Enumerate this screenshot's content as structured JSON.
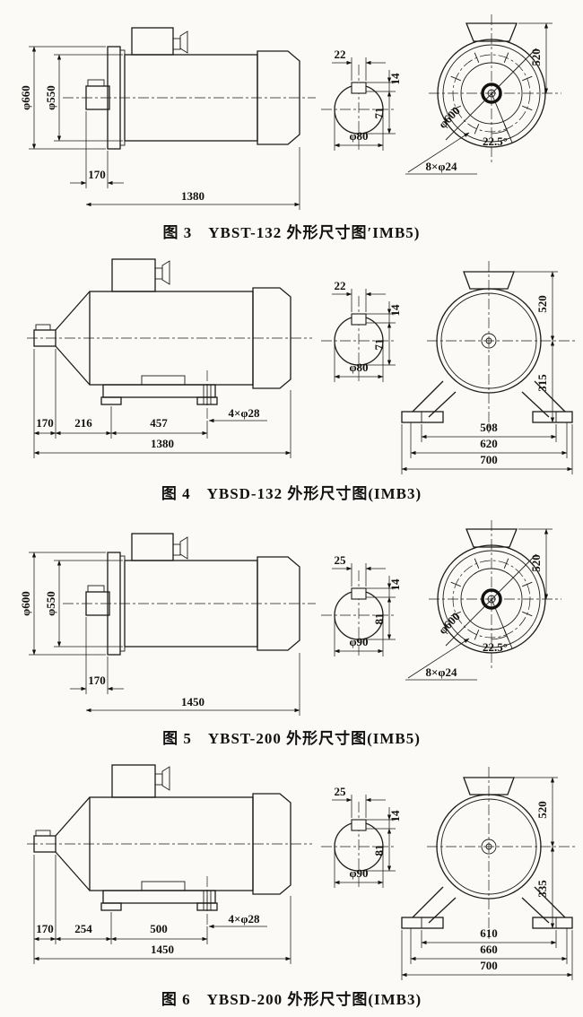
{
  "page": {
    "paper_color": "#fbfaf7",
    "ink_color": "#1b1b1b"
  },
  "figures": {
    "fig3": {
      "caption": "图 3　YBST-132 外形尺寸图′IMB5)",
      "side": {
        "outer_dia": "φ660",
        "inner_dia": "φ550",
        "shaft_ext": "170",
        "total_len": "1380"
      },
      "key": {
        "width": "22",
        "height": "14",
        "depth": "71",
        "shaft_dia": "φ80"
      },
      "end": {
        "top_height": "520",
        "bolt_circle": "φ600",
        "hole_angle": "22.5°",
        "flange_holes": "8×φ24"
      }
    },
    "fig4": {
      "caption": "图 4　YBSD-132 外形尺寸图(IMB3)",
      "side": {
        "shaft_ext": "170",
        "foot_offset": "216",
        "foot_span": "457",
        "total_len": "1380",
        "foot_holes": "4×φ28"
      },
      "key": {
        "width": "22",
        "height": "14",
        "depth": "71",
        "shaft_dia": "φ80"
      },
      "end": {
        "top_height": "520",
        "bottom_height": "315",
        "hole_span": "508",
        "foot_span": "620",
        "base_width": "700"
      }
    },
    "fig5": {
      "caption": "图 5　YBST-200 外形尺寸图(IMB5)",
      "side": {
        "outer_dia": "φ600",
        "inner_dia": "φ550",
        "shaft_ext": "170",
        "total_len": "1450"
      },
      "key": {
        "width": "25",
        "height": "14",
        "depth": "81",
        "shaft_dia": "φ90"
      },
      "end": {
        "top_height": "520",
        "bolt_circle": "φ600",
        "hole_angle": "22.5°",
        "flange_holes": "8×φ24"
      }
    },
    "fig6": {
      "caption": "图 6　YBSD-200 外形尺寸图(IMB3)",
      "side": {
        "shaft_ext": "170",
        "foot_offset": "254",
        "foot_span": "500",
        "total_len": "1450",
        "foot_holes": "4×φ28"
      },
      "key": {
        "width": "25",
        "height": "14",
        "depth": "81",
        "shaft_dia": "φ90"
      },
      "end": {
        "top_height": "520",
        "bottom_height": "335",
        "hole_span": "610",
        "foot_span": "660",
        "base_width": "700"
      }
    }
  }
}
